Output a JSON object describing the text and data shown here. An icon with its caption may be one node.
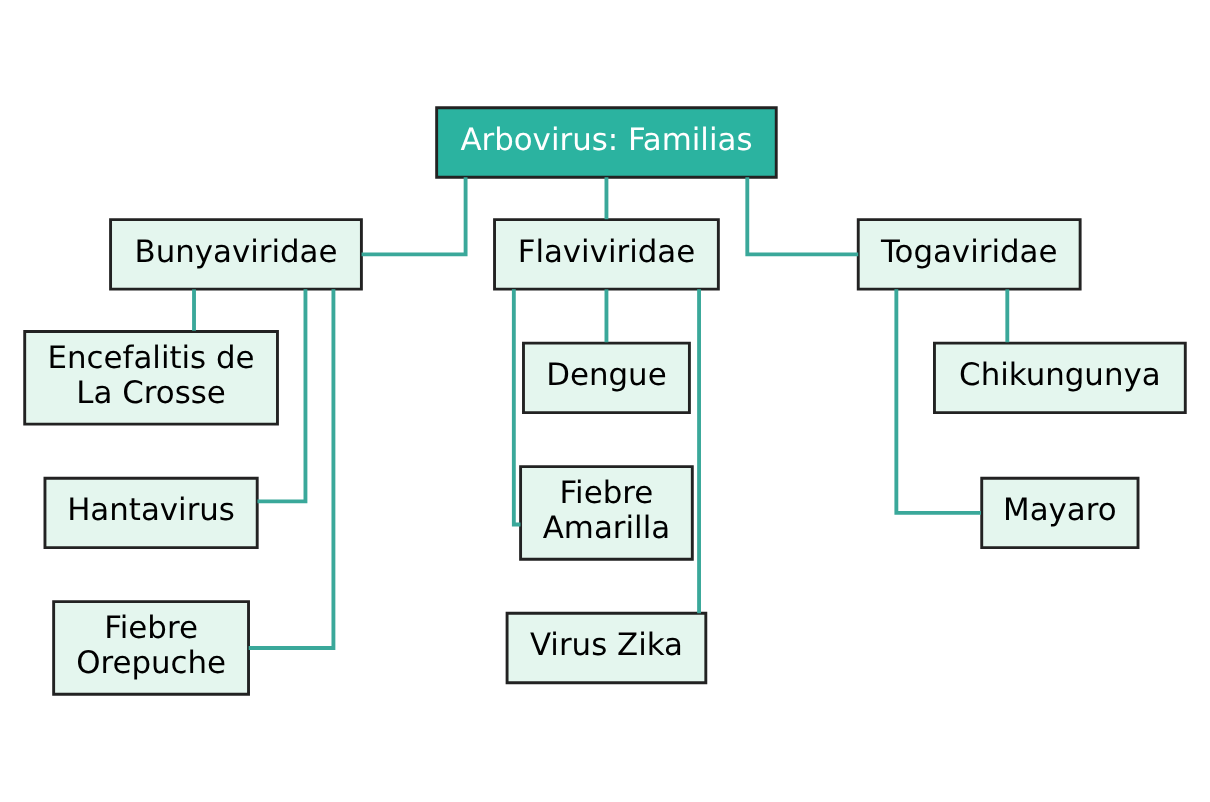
{
  "diagram": {
    "nodes": [
      {
        "text": [
          "Arbovirus: Familias"
        ]
      },
      {
        "text": [
          "Bunyaviridae"
        ]
      },
      {
        "text": [
          "Flaviviridae"
        ]
      },
      {
        "text": [
          "Togaviridae"
        ]
      },
      {
        "text": [
          "Encefalitis de La Crosse"
        ]
      },
      {
        "text": [
          "Hantavirus"
        ]
      },
      {
        "text": [
          "Fiebre Orepuche"
        ]
      },
      {
        "text": [
          "Dengue"
        ]
      },
      {
        "text": [
          "Fiebre Amarilla"
        ]
      },
      {
        "text": [
          "Virus Zika"
        ]
      },
      {
        "text": [
          "Chikungunya"
        ]
      },
      {
        "text": [
          "Mayaro"
        ]
      }
    ],
    "edges": [
      {
        "from": 0,
        "to": 1,
        "arrow": "none"
      },
      {
        "from": 0,
        "to": 2,
        "arrow": "none"
      },
      {
        "from": 0,
        "to": 3,
        "arrow": "none"
      },
      {
        "from": 1,
        "to": 4,
        "arrow": "none"
      },
      {
        "from": 1,
        "to": 5,
        "arrow": "none"
      },
      {
        "from": 1,
        "to": 6,
        "arrow": "none"
      },
      {
        "from": 2,
        "to": 7,
        "arrow": "none"
      },
      {
        "from": 2,
        "to": 8,
        "arrow": "none"
      },
      {
        "from": 2,
        "to": 9,
        "arrow": "none"
      },
      {
        "from": 3,
        "to": 10,
        "arrow": "none"
      },
      {
        "from": 3,
        "to": 11,
        "arrow": "none"
      }
    ]
  }
}
